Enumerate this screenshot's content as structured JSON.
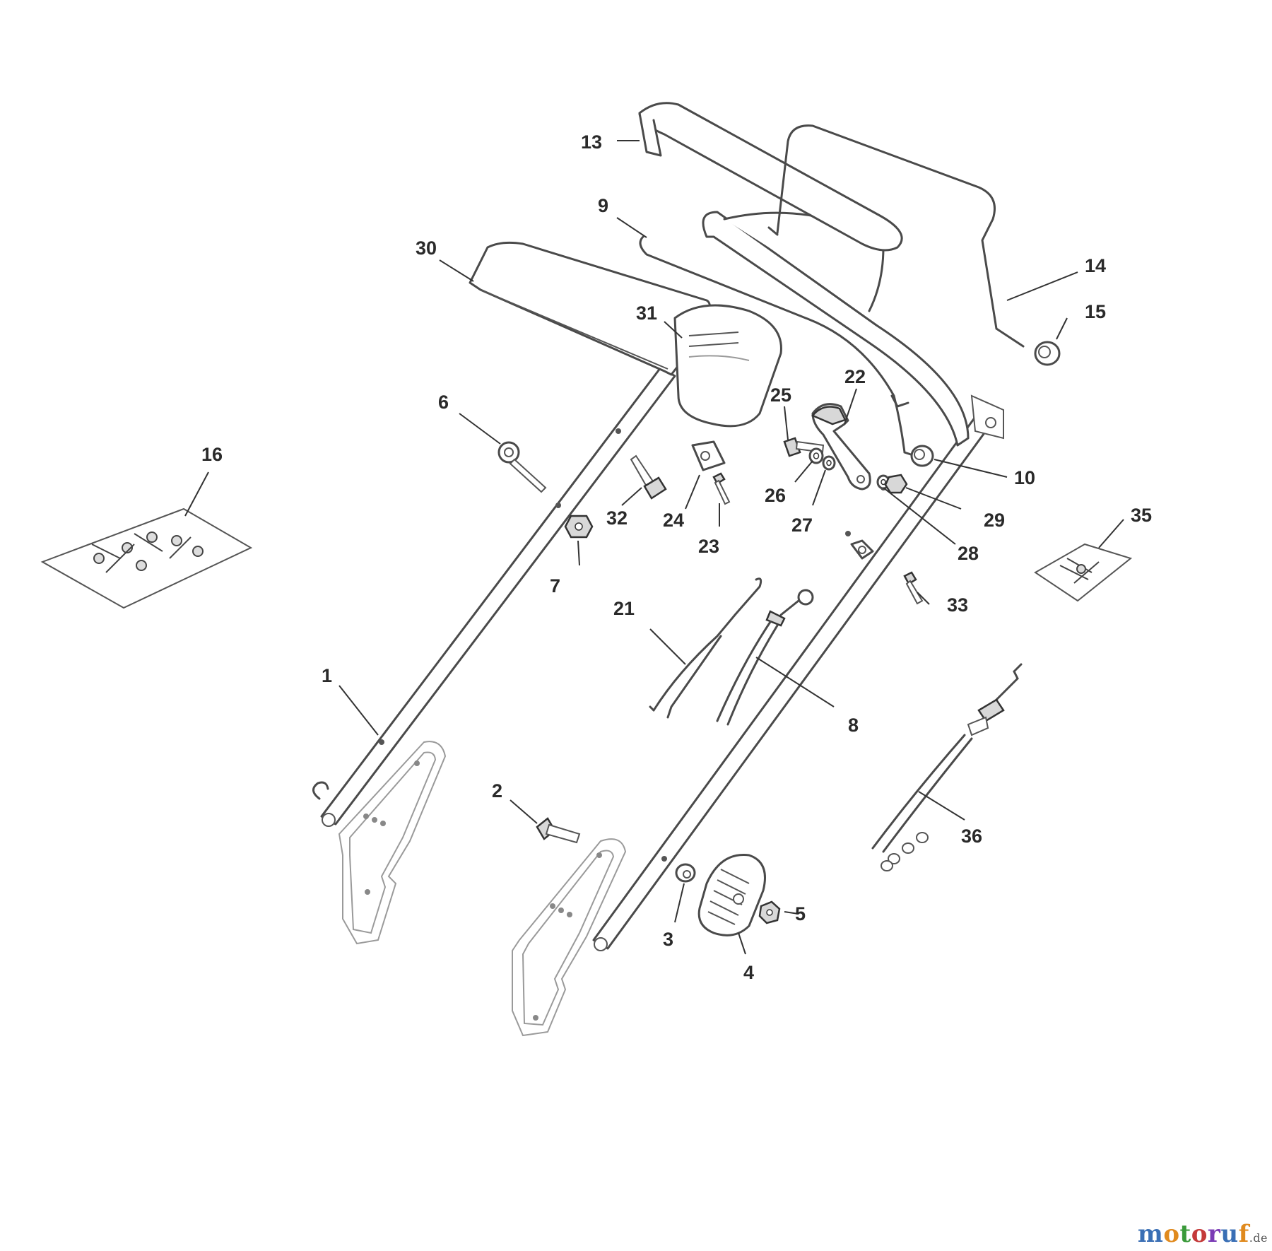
{
  "parts": [
    {
      "num": "1"
    },
    {
      "num": "2"
    },
    {
      "num": "3"
    },
    {
      "num": "4"
    },
    {
      "num": "5"
    },
    {
      "num": "6"
    },
    {
      "num": "7"
    },
    {
      "num": "8"
    },
    {
      "num": "9"
    },
    {
      "num": "10"
    },
    {
      "num": "13"
    },
    {
      "num": "14"
    },
    {
      "num": "15"
    },
    {
      "num": "16"
    },
    {
      "num": "21"
    },
    {
      "num": "22"
    },
    {
      "num": "23"
    },
    {
      "num": "24"
    },
    {
      "num": "25"
    },
    {
      "num": "26"
    },
    {
      "num": "27"
    },
    {
      "num": "28"
    },
    {
      "num": "29"
    },
    {
      "num": "30"
    },
    {
      "num": "31"
    },
    {
      "num": "32"
    },
    {
      "num": "33"
    },
    {
      "num": "35"
    },
    {
      "num": "36"
    }
  ],
  "watermark": {
    "text": "motoruf",
    "suffix": ".de",
    "letter_colors": [
      "#3a6fb5",
      "#e08a1e",
      "#3a9a3a",
      "#c43a3a",
      "#7a3ab5",
      "#3a6fb5",
      "#e08a1e"
    ]
  }
}
